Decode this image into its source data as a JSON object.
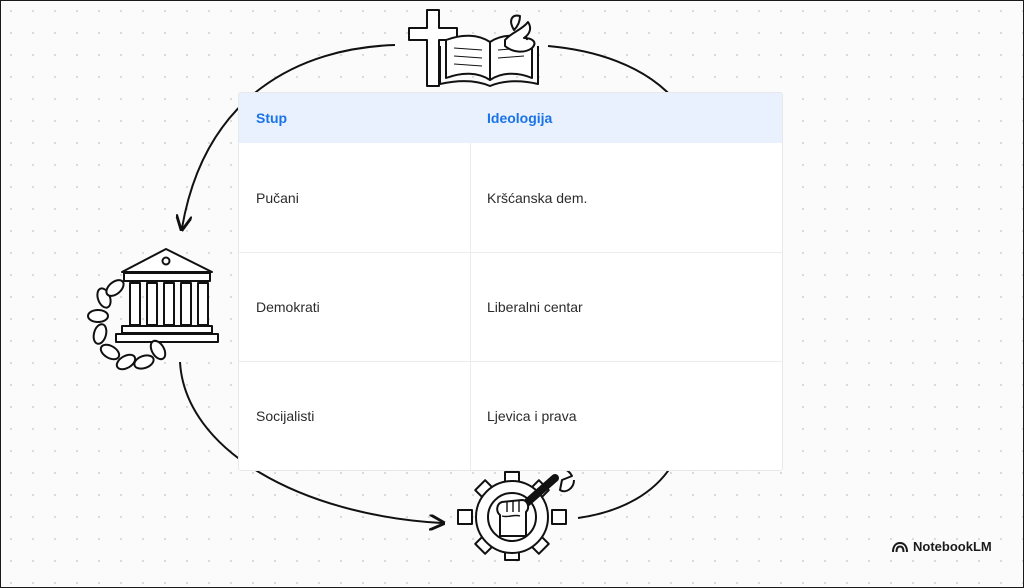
{
  "table": {
    "headers": [
      "Stup",
      "Ideologija"
    ],
    "rows": [
      [
        "Pučani",
        "Kršćanska dem."
      ],
      [
        "Demokrati",
        "Liberalni centar"
      ],
      [
        "Socijalisti",
        "Ljevica i prava"
      ]
    ]
  },
  "icons": {
    "top": "cross-bible-dove-icon",
    "left": "government-building-with-chain-icon",
    "bottom": "gear-with-fist-and-wrench-icon"
  },
  "branding": {
    "name": "NotebookLM",
    "icon": "notebooklm-logo-icon"
  },
  "colors": {
    "header_bg": "#e8f1fd",
    "header_text": "#1a73e8"
  }
}
